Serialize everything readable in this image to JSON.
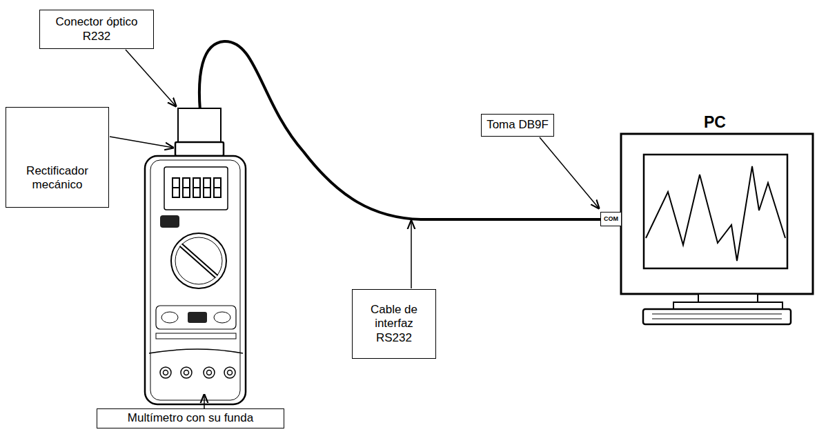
{
  "diagram": {
    "nodes": [
      {
        "text": [
          "Conector óptico R232"
        ]
      },
      {
        "text": [
          "Rectificador mecánico"
        ]
      },
      {
        "text": [
          "Toma DB9F"
        ]
      },
      {
        "text": [
          "COM"
        ]
      },
      {
        "text": [
          "Cable de interfaz RS232"
        ]
      },
      {
        "text": [
          "Multímetro con su funda"
        ]
      }
    ],
    "labels": [
      "PC"
    ]
  }
}
